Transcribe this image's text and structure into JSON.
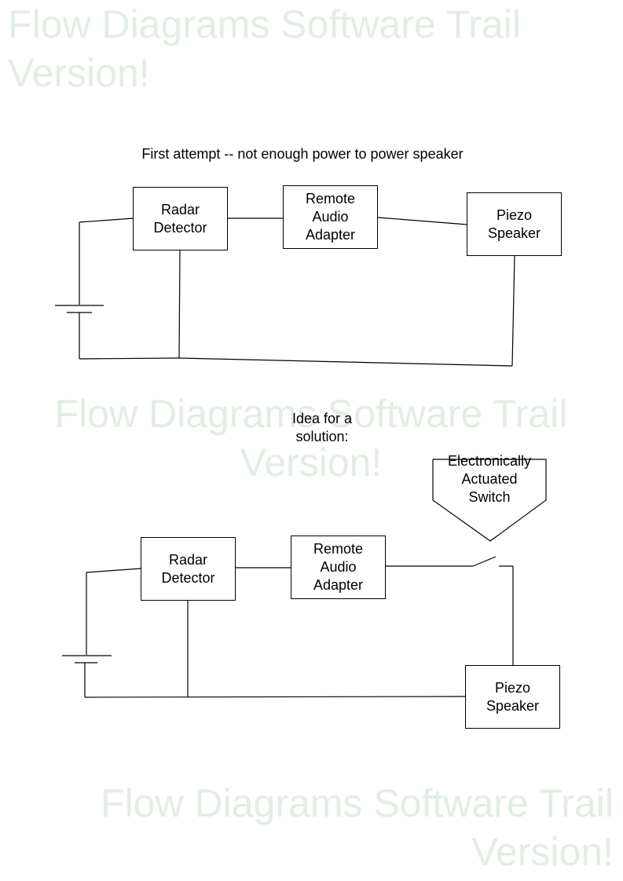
{
  "watermark": {
    "line1": "Flow Diagrams Software Trail",
    "line2": "Version!"
  },
  "diagram1": {
    "title": "First attempt -- not enough power to power speaker",
    "radar_detector": "Radar\nDetector",
    "remote_audio_adapter": "Remote\nAudio\nAdapter",
    "piezo_speaker": "Piezo\nSpeaker"
  },
  "diagram2": {
    "title": "Idea for a\nsolution:",
    "switch_label": "Electronically\nActuated\nSwitch",
    "radar_detector": "Radar\nDetector",
    "remote_audio_adapter": "Remote\nAudio\nAdapter",
    "piezo_speaker": "Piezo\nSpeaker"
  }
}
